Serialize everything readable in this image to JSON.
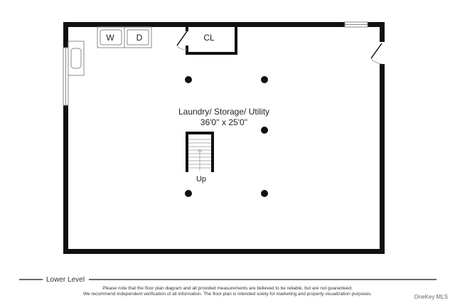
{
  "floor_plan": {
    "room": {
      "name": "Laundry/ Storage/ Utility",
      "dimensions": "36'0'' x 25'0''"
    },
    "fixtures": {
      "washer_label": "W",
      "dryer_label": "D",
      "closet_label": "CL",
      "stairs_label": "Up"
    },
    "level_label": "Lower Level"
  },
  "disclaimer": {
    "line1": "Please note that the floor plan diagram and all provided measurements are believed to be reliable, but are not guaranteed.",
    "line2": "We recommend independent verification of all information. The floor plan is intended solely for marketing and property visualization purposes."
  },
  "watermark": "OneKey MLS",
  "colors": {
    "wall": "#111111",
    "fixture_stroke": "#777777",
    "column": "#111111"
  }
}
